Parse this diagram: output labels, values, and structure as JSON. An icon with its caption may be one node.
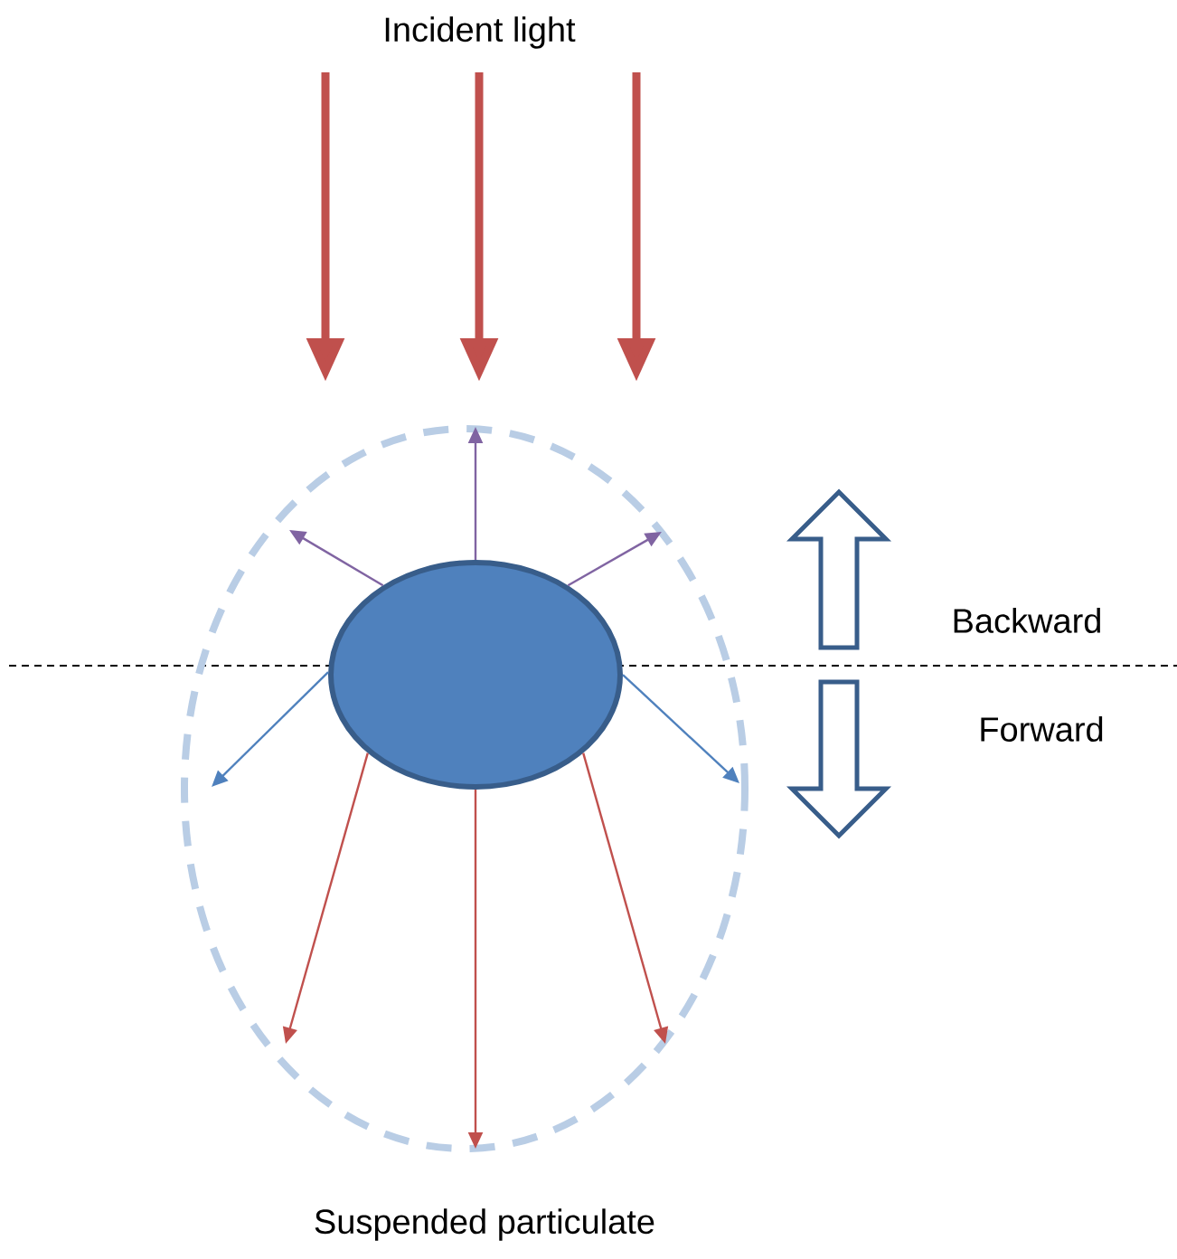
{
  "diagram": {
    "nodes": [
      {
        "text": [],
        "shape": "circle"
      },
      {
        "text": [],
        "shape": "circle",
        "in": 0
      }
    ],
    "edges": [
      {
        "from": 1,
        "to": null,
        "arrow": "to",
        "color": "#8064a2"
      },
      {
        "from": 1,
        "to": null,
        "arrow": "to",
        "color": "#8064a2"
      },
      {
        "from": 1,
        "to": null,
        "arrow": "to",
        "color": "#8064a2"
      },
      {
        "from": 1,
        "to": null,
        "arrow": "to",
        "color": "#4f81bd"
      },
      {
        "from": 1,
        "to": null,
        "arrow": "to",
        "color": "#4f81bd"
      },
      {
        "from": 1,
        "to": null,
        "arrow": "to",
        "color": "#c0504d"
      },
      {
        "from": 1,
        "to": null,
        "arrow": "to",
        "color": "#c0504d"
      },
      {
        "from": 1,
        "to": null,
        "arrow": "to",
        "color": "#c0504d"
      }
    ],
    "labels": [
      "Incident light",
      "Backward",
      "Forward",
      "Suspended particulate"
    ]
  }
}
